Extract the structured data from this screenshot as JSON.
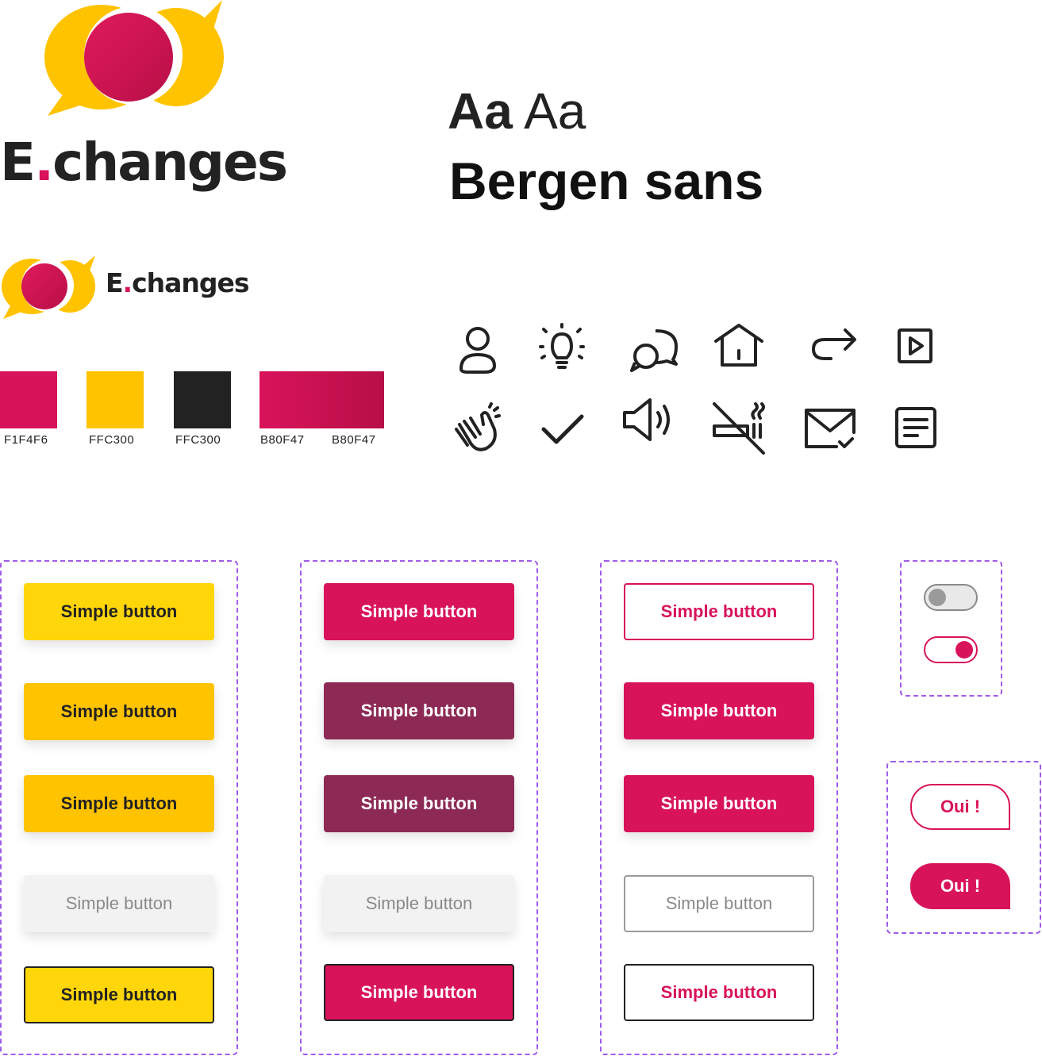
{
  "brand": {
    "name_prefix": "E",
    "name_dot": ".",
    "name_suffix": "changes"
  },
  "typography": {
    "sample_bold": "Aa",
    "sample_regular": "Aa",
    "font_name": "Bergen sans"
  },
  "palette": [
    {
      "label": "F1F4F6",
      "color": "#D8135A"
    },
    {
      "label": "FFC300",
      "color": "#FFC300"
    },
    {
      "label": "FFC300",
      "color": "#222222"
    },
    {
      "label": "B80F47",
      "color": "#D8135A"
    },
    {
      "label": "B80F47",
      "color": "#B80F47"
    }
  ],
  "icons": [
    "user-icon",
    "lightbulb-icon",
    "chat-bubbles-icon",
    "home-icon",
    "share-arrow-icon",
    "play-icon",
    "clapping-hands-icon",
    "check-icon",
    "speaker-icon",
    "no-smoking-icon",
    "mail-check-icon",
    "document-icon"
  ],
  "buttons": {
    "yellow": [
      "Simple button",
      "Simple button",
      "Simple button",
      "Simple button",
      "Simple button"
    ],
    "pink": [
      "Simple button",
      "Simple button",
      "Simple button",
      "Simple button",
      "Simple button"
    ],
    "outline": [
      "Simple button",
      "Simple button",
      "Simple button",
      "Simple button",
      "Simple button"
    ]
  },
  "toggles": {
    "off_state": false,
    "on_state": true
  },
  "chat": {
    "reply_outline": "Oui !",
    "reply_filled": "Oui !"
  },
  "colors": {
    "primary": "#D8135A",
    "secondary": "#FFC300",
    "dark": "#222222",
    "focus_border": "#A15BE8"
  }
}
